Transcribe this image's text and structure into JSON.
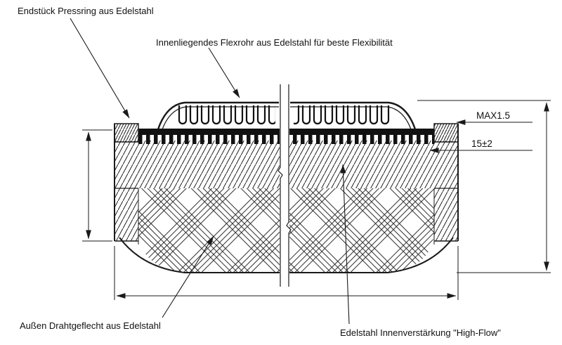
{
  "colors": {
    "ink": "#1a1a1a",
    "paper": "#ffffff"
  },
  "labels": {
    "endstueck": "Endstück Pressring aus Edelstahl",
    "flexrohr": "Innenliegendes Flexrohr aus Edelstahl für beste Flexibilität",
    "geflecht": "Außen Drahtgeflecht aus Edelstahl",
    "highflow": "Edelstahl Innenverstärkung \"High-Flow\""
  },
  "dimensions": {
    "max_wall": "MAX1.5",
    "length_tol": "15±2"
  }
}
